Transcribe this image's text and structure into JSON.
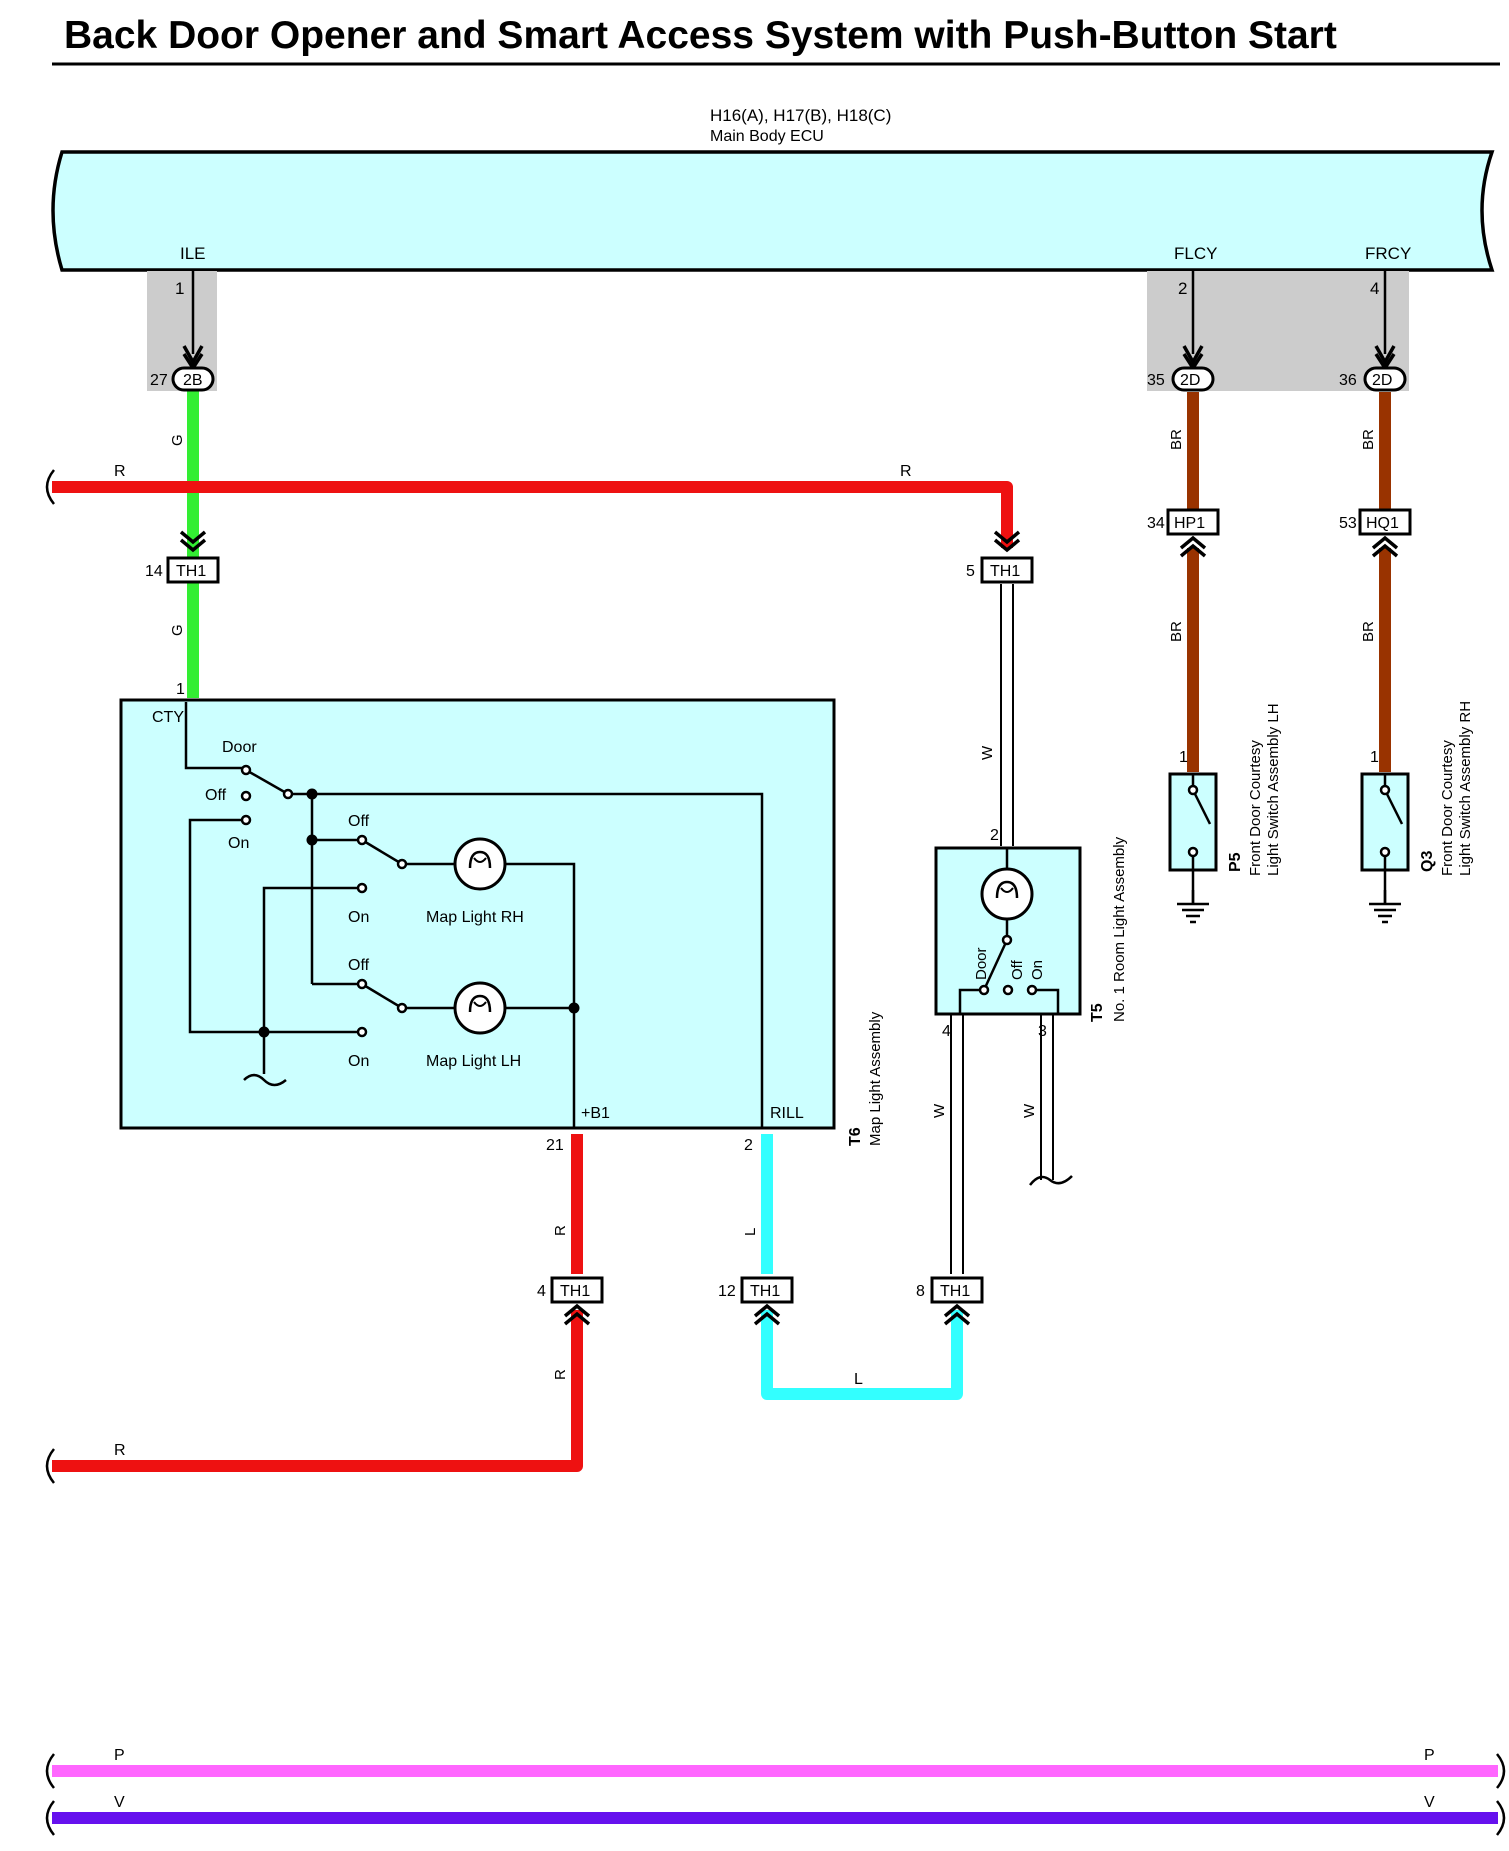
{
  "title": "Back Door Opener and Smart Access System with Push-Button Start",
  "colors": {
    "ecu_fill": "#ccffff",
    "green_wire": "#33ee33",
    "red_wire": "#ee1111",
    "brown_wire": "#993300",
    "light_blue_wire": "#33ffff",
    "pink_wire": "#ff66ff",
    "violet_wire": "#6611ee",
    "connector_shade": "#cccccc"
  },
  "ecu": {
    "connectors": "H16(A), H17(B), H18(C)",
    "name": "Main Body ECU",
    "pins": [
      {
        "label": "ILE",
        "pin": "1",
        "connector": "2B",
        "junction_pin": "27"
      },
      {
        "label": "FLCY",
        "pin": "2",
        "connector": "2D",
        "junction_pin": "35"
      },
      {
        "label": "FRCY",
        "pin": "4",
        "connector": "2D",
        "junction_pin": "36"
      }
    ]
  },
  "wires": {
    "g": "G",
    "r": "R",
    "br": "BR",
    "w": "W",
    "l": "L",
    "p": "P",
    "v": "V"
  },
  "connectors": {
    "th1": "TH1",
    "hp1": "HP1",
    "hq1": "HQ1",
    "pin_14": "14",
    "pin_5": "5",
    "pin_34": "34",
    "pin_53": "53",
    "pin_4": "4",
    "pin_12": "12",
    "pin_8": "8"
  },
  "map_light": {
    "code": "T6",
    "name": "Map Light Assembly",
    "pin_cty": "1",
    "label_cty": "CTY",
    "pin_b1": "21",
    "label_b1": "+B1",
    "pin_rill": "2",
    "label_rill": "RILL",
    "door": "Door",
    "off": "Off",
    "on": "On",
    "lamp_rh": "Map Light RH",
    "lamp_lh": "Map Light LH"
  },
  "room_light": {
    "code": "T5",
    "name": "No. 1 Room Light Assembly",
    "pin_top": "2",
    "pin_left": "4",
    "pin_right": "3",
    "door": "Door",
    "off": "Off",
    "on": "On"
  },
  "door_switch_lh": {
    "code": "P5",
    "name_line1": "Front Door Courtesy",
    "name_line2": "Light Switch Assembly LH",
    "pin": "1"
  },
  "door_switch_rh": {
    "code": "Q3",
    "name_line1": "Front Door Courtesy",
    "name_line2": "Light Switch Assembly RH",
    "pin": "1"
  }
}
